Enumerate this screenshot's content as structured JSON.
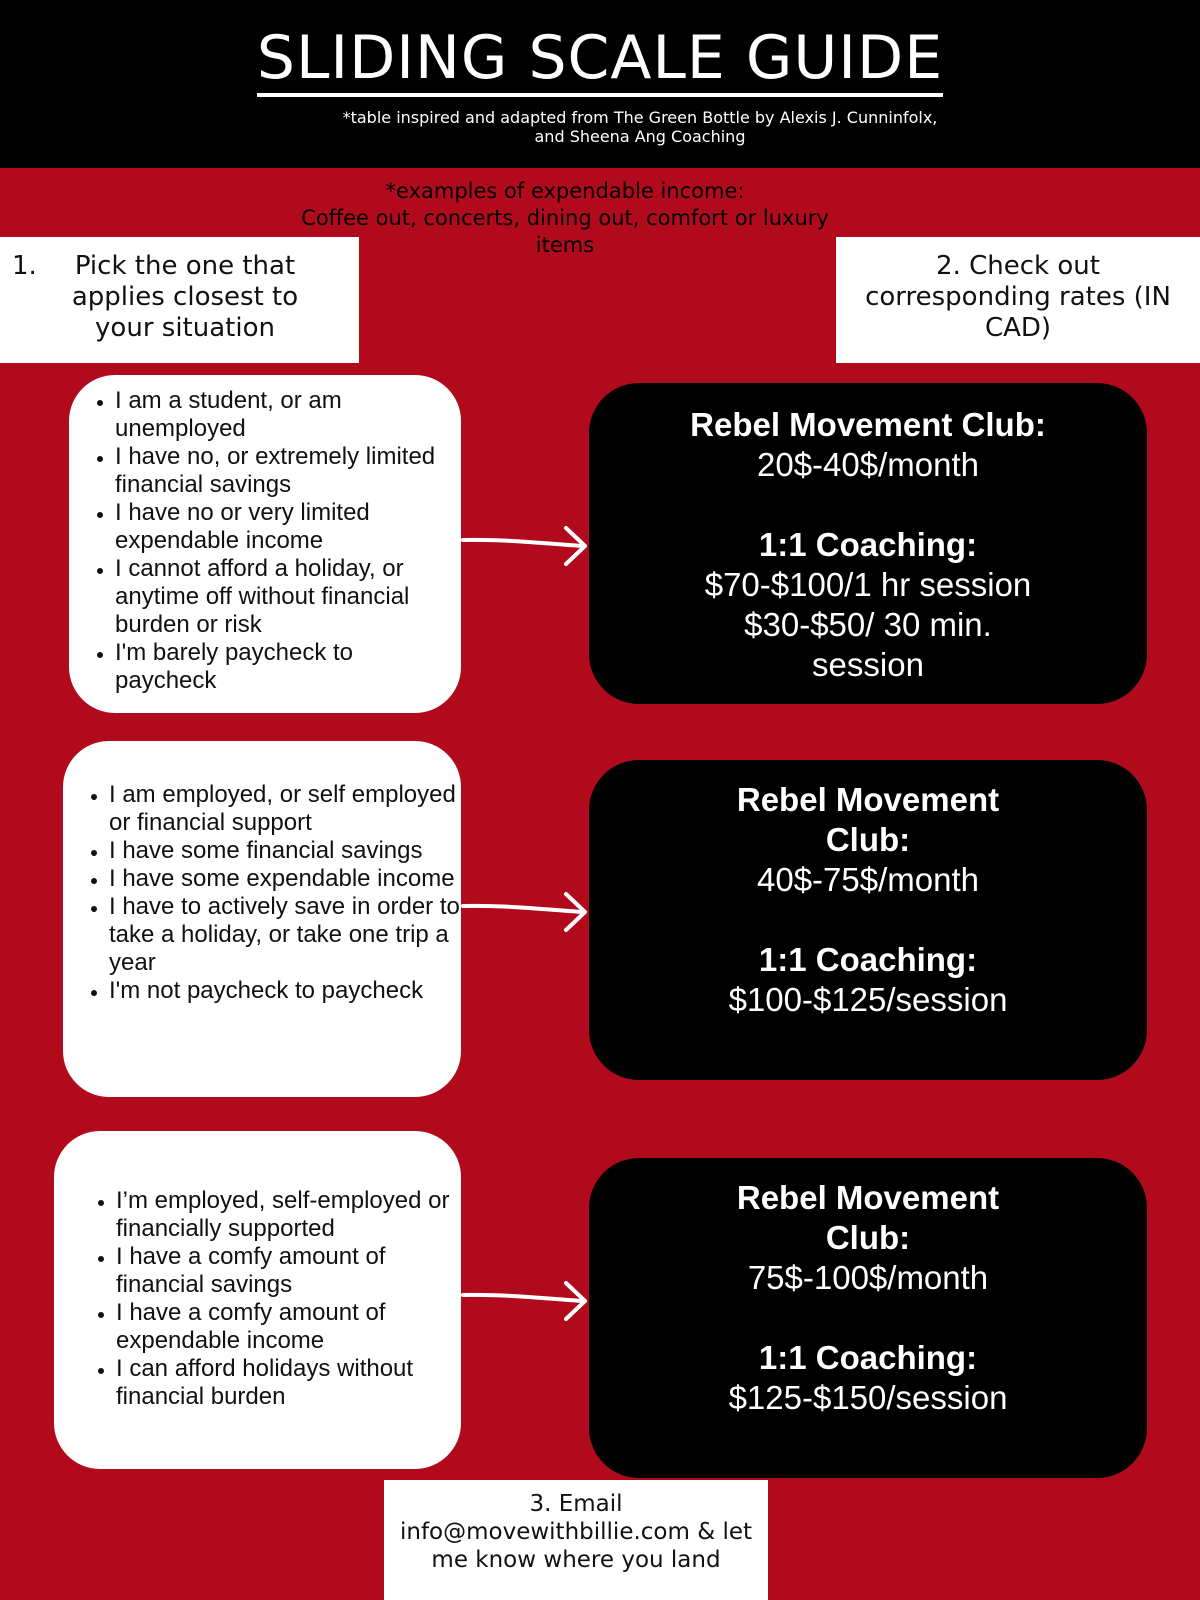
{
  "header": {
    "title": "SLIDING SCALE GUIDE",
    "subtitle": "*table inspired and adapted from The Green Bottle by Alexis J. Cunninfolx, and Sheena Ang Coaching"
  },
  "note": {
    "line1": "*examples of expendable income:",
    "line2": "Coffee out, concerts, dining out, comfort or luxury items"
  },
  "step1": {
    "number": "1.",
    "text": "Pick the one that applies closest to your situation"
  },
  "step2": {
    "text": "2. Check out corresponding rates (IN CAD)"
  },
  "tiers": [
    {
      "situation": [
        "I am a student, or am unemployed",
        "I have no, or extremely limited financial savings",
        "I have no or very limited expendable income",
        "I cannot afford a holiday, or anytime off without financial burden or risk",
        "I'm barely paycheck to paycheck"
      ],
      "club_heading": "Rebel Movement Club:",
      "club_rate": "20$-40$/month",
      "coaching_heading": "1:1 Coaching:",
      "coaching_rate_1": "$70-$100/1 hr session",
      "coaching_rate_2": "$30-$50/ 30 min. session"
    },
    {
      "situation": [
        "I am employed, or self employed or financial support",
        "I have some financial savings",
        "I have some expendable income",
        "I have to actively save in order to take a holiday, or take one trip a year",
        "I'm not paycheck to paycheck"
      ],
      "club_heading": "Rebel Movement Club:",
      "club_rate": "40$-75$/month",
      "coaching_heading": "1:1 Coaching:",
      "coaching_rate_1": "$100-$125/session"
    },
    {
      "situation": [
        "I’m employed, self-employed or financially supported",
        "I have a comfy amount of financial savings",
        "I have a comfy amount of expendable income",
        "I can afford holidays without financial burden"
      ],
      "club_heading": "Rebel Movement Club:",
      "club_rate": "75$-100$/month",
      "coaching_heading": "1:1 Coaching:",
      "coaching_rate_1": "$125-$150/session"
    }
  ],
  "email": {
    "text": "3. Email info@movewithbillie.com & let me know where you land"
  },
  "colors": {
    "background": "#b10a1c",
    "header": "#000000",
    "card": "#ffffff",
    "rate_box": "#000000"
  }
}
